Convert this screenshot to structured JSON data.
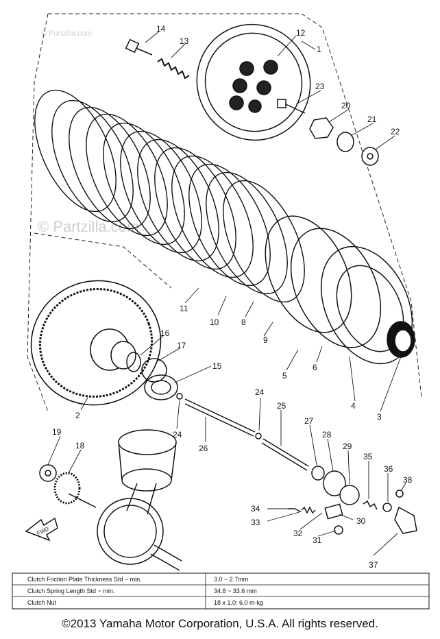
{
  "watermarks": {
    "main": "© Partzilla.com",
    "small": "© Partzilla.com"
  },
  "callouts": {
    "c1": "1",
    "c2": "2",
    "c3": "3",
    "c4": "4",
    "c5": "5",
    "c6": "6",
    "c8": "8",
    "c9": "9",
    "c10": "10",
    "c11": "11",
    "c12": "12",
    "c13": "13",
    "c14": "14",
    "c15": "15",
    "c16": "16",
    "c17": "17",
    "c18": "18",
    "c19": "19",
    "c20": "20",
    "c21": "21",
    "c22": "22",
    "c23": "23",
    "c24a": "24",
    "c24b": "24",
    "c25": "25",
    "c26": "26",
    "c27": "27",
    "c28": "28",
    "c29": "29",
    "c30": "30",
    "c31": "31",
    "c32": "32",
    "c33": "33",
    "c34": "34",
    "c35": "35",
    "c36": "36",
    "c37": "37",
    "c38": "38"
  },
  "fwd_label": "FWD",
  "spec_table": {
    "rows": [
      {
        "item": "Clutch Friction Plate Thickness Std ~ min.",
        "value": "3.0 ~ 2.7mm"
      },
      {
        "item": "Clutch Spring Length Std ~ min.",
        "value": "34.8 ~ 33.6 mm"
      },
      {
        "item": "Clutch Nut",
        "value": "18 x 1.0: 6.0 m-kg"
      }
    ]
  },
  "copyright": "©2013 Yamaha Motor Corporation, U.S.A. All rights reserved."
}
